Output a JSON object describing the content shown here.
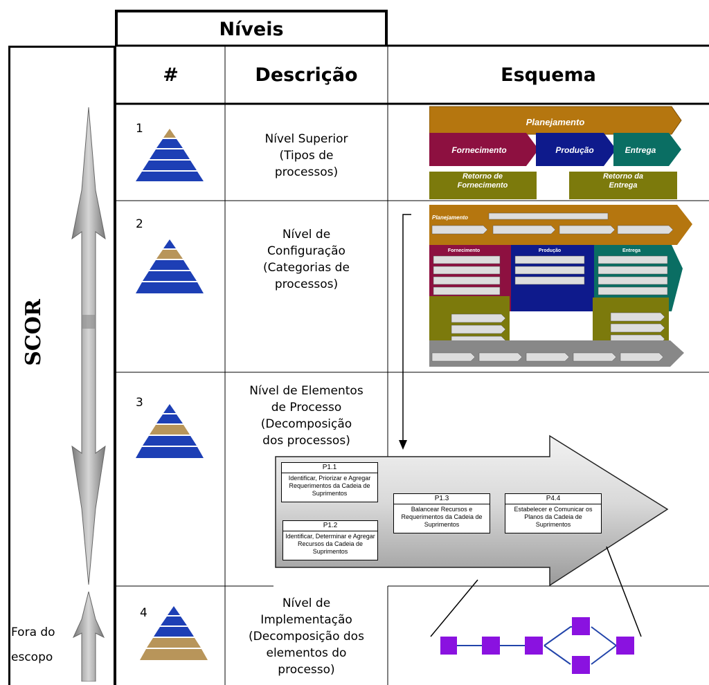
{
  "header": {
    "niveis": "Níveis",
    "num": "#",
    "descricao": "Descrição",
    "esquema": "Esquema"
  },
  "scor_label": "SCOR",
  "fora_do_escopo": [
    "Fora do",
    "escopo"
  ],
  "levels": [
    {
      "number": "1",
      "description": [
        "Nível Superior",
        "(Tipos de",
        "processos)"
      ]
    },
    {
      "number": "2",
      "description": [
        "Nível de",
        "Configuração",
        "(Categorias de",
        "processos)"
      ]
    },
    {
      "number": "3",
      "description": [
        "Nível de Elementos",
        "de Processo",
        "(Decomposição",
        "dos processos)"
      ]
    },
    {
      "number": "4",
      "description": [
        "Nível de",
        "Implementação",
        "(Decomposição dos",
        "elementos do",
        "processo)"
      ]
    }
  ],
  "level1_schema": {
    "planejamento": "Planejamento",
    "fornecimento": "Fornecimento",
    "producao": "Produção",
    "entrega": "Entrega",
    "retorno_fornecimento": [
      "Retorno de",
      "Fornecimento"
    ],
    "retorno_entrega": [
      "Retorno da",
      "Entrega"
    ]
  },
  "level2_schema": {
    "planejamento": "Planejamento",
    "fornecimento": "Fornecimento",
    "producao": "Produção",
    "entrega": "Entrega"
  },
  "level3_processes": [
    {
      "id": "P1.1",
      "text": "Identificar, Priorizar e Agregar Requerimentos da Cadeia de Suprimentos"
    },
    {
      "id": "P1.2",
      "text": "Identificar, Determinar e Agregar Recursos da Cadeia de Suprimentos"
    },
    {
      "id": "P1.3",
      "text": "Balancear Recursos e Requerimentos da Cadeia de Suprimentos"
    },
    {
      "id": "P4.4",
      "text": "Estabelecer e Comunicar os Planos da Cadeia de Suprimentos"
    }
  ],
  "colors": {
    "border": "#000000",
    "pyramid_blue": "#1d3fb5",
    "pyramid_gold": "#b8955a",
    "planejamento": "#b5760f",
    "fornecimento": "#8d1040",
    "producao": "#0e1a8c",
    "entrega": "#0a6e63",
    "retorno": "#7c7a0c",
    "node": "#8a12e0",
    "arrow_gray": "#a9a9a9"
  }
}
